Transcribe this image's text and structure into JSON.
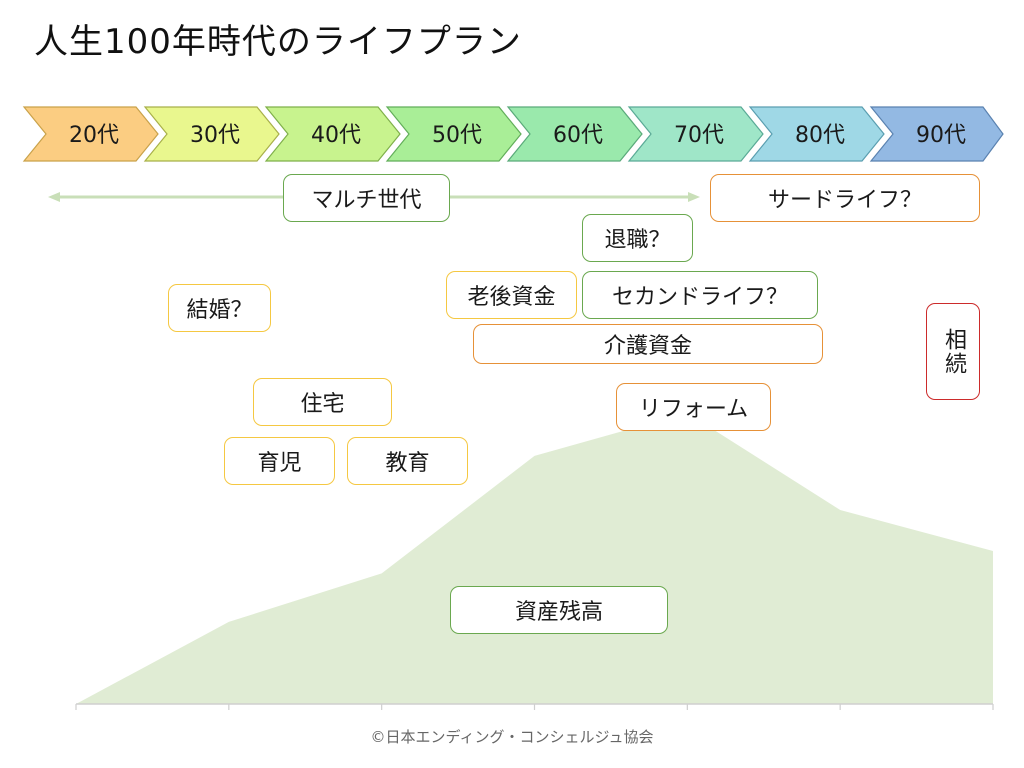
{
  "title": "人生100年時代のライフプラン",
  "decades": [
    {
      "label": "20代",
      "color": "#fbcd82"
    },
    {
      "label": "30代",
      "color": "#e9f78e"
    },
    {
      "label": "40代",
      "color": "#c8f38e"
    },
    {
      "label": "50代",
      "color": "#a9ee97"
    },
    {
      "label": "60代",
      "color": "#9ae9ac"
    },
    {
      "label": "70代",
      "color": "#9fe6c8"
    },
    {
      "label": "80代",
      "color": "#9fd8e6"
    },
    {
      "label": "90代",
      "color": "#93b9e3"
    }
  ],
  "events": {
    "multi_generation": "マルチ世代",
    "third_life": "サードライフ？",
    "retirement": "退職？",
    "retirement_funds": "老後資金",
    "second_life": "セカンドライフ？",
    "marriage": "結婚？",
    "care_funds": "介護資金",
    "inheritance": "相続",
    "housing": "住宅",
    "reform": "リフォーム",
    "childcare": "育児",
    "education": "教育",
    "asset_balance": "資産残高"
  },
  "colors": {
    "outline_yellow": "#f5c842",
    "outline_green": "#6aa84f",
    "outline_orange": "#e69138",
    "outline_red": "#cc2b2b",
    "area_fill": "#e0ecd4",
    "arrow": "#c9dfb8"
  },
  "asset_curve": {
    "points": [
      0,
      0.22,
      0.35,
      0.665,
      0.78,
      0.52,
      0.41
    ],
    "shape": "area"
  },
  "footer": "©日本エンディング・コンシェルジュ協会"
}
